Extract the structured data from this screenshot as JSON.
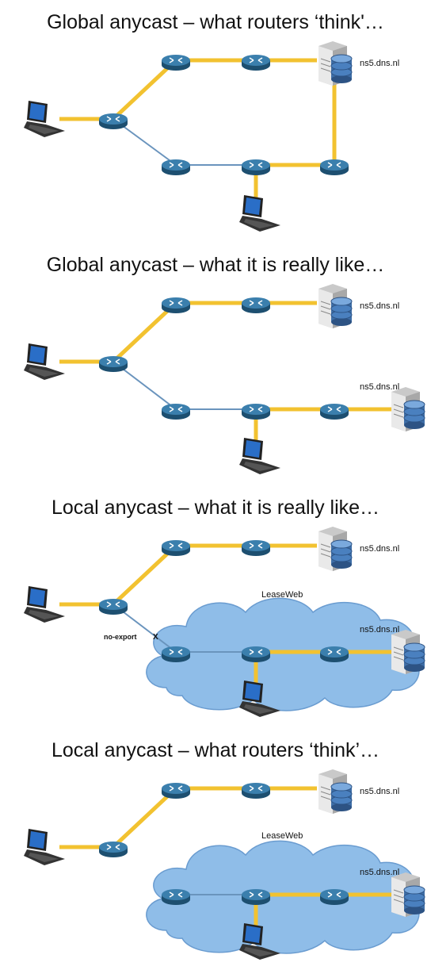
{
  "panels": [
    {
      "title": "Global anycast – what routers ‘think'…",
      "server_labels": [
        "ns5.dns.nl"
      ],
      "cloud_label": "",
      "no_export_label": "",
      "x_mark": ""
    },
    {
      "title": "Global anycast – what it is really like…",
      "server_labels": [
        "ns5.dns.nl",
        "ns5.dns.nl"
      ],
      "cloud_label": "",
      "no_export_label": "",
      "x_mark": ""
    },
    {
      "title": "Local anycast – what it is really like…",
      "server_labels": [
        "ns5.dns.nl",
        "ns5.dns.nl"
      ],
      "cloud_label": "LeaseWeb",
      "no_export_label": "no-export",
      "x_mark": "X"
    },
    {
      "title": "Local anycast – what routers ‘think’…",
      "server_labels": [
        "ns5.dns.nl",
        "ns5.dns.nl"
      ],
      "cloud_label": "LeaseWeb",
      "no_export_label": "",
      "x_mark": ""
    }
  ],
  "colors": {
    "active_link": "#f2c230",
    "inactive_link": "#6a94bd",
    "router": "#2f6e97",
    "cloud": "#8fbde8"
  },
  "icons": [
    "laptop-icon",
    "router-icon",
    "server-icon",
    "cloud-icon"
  ]
}
